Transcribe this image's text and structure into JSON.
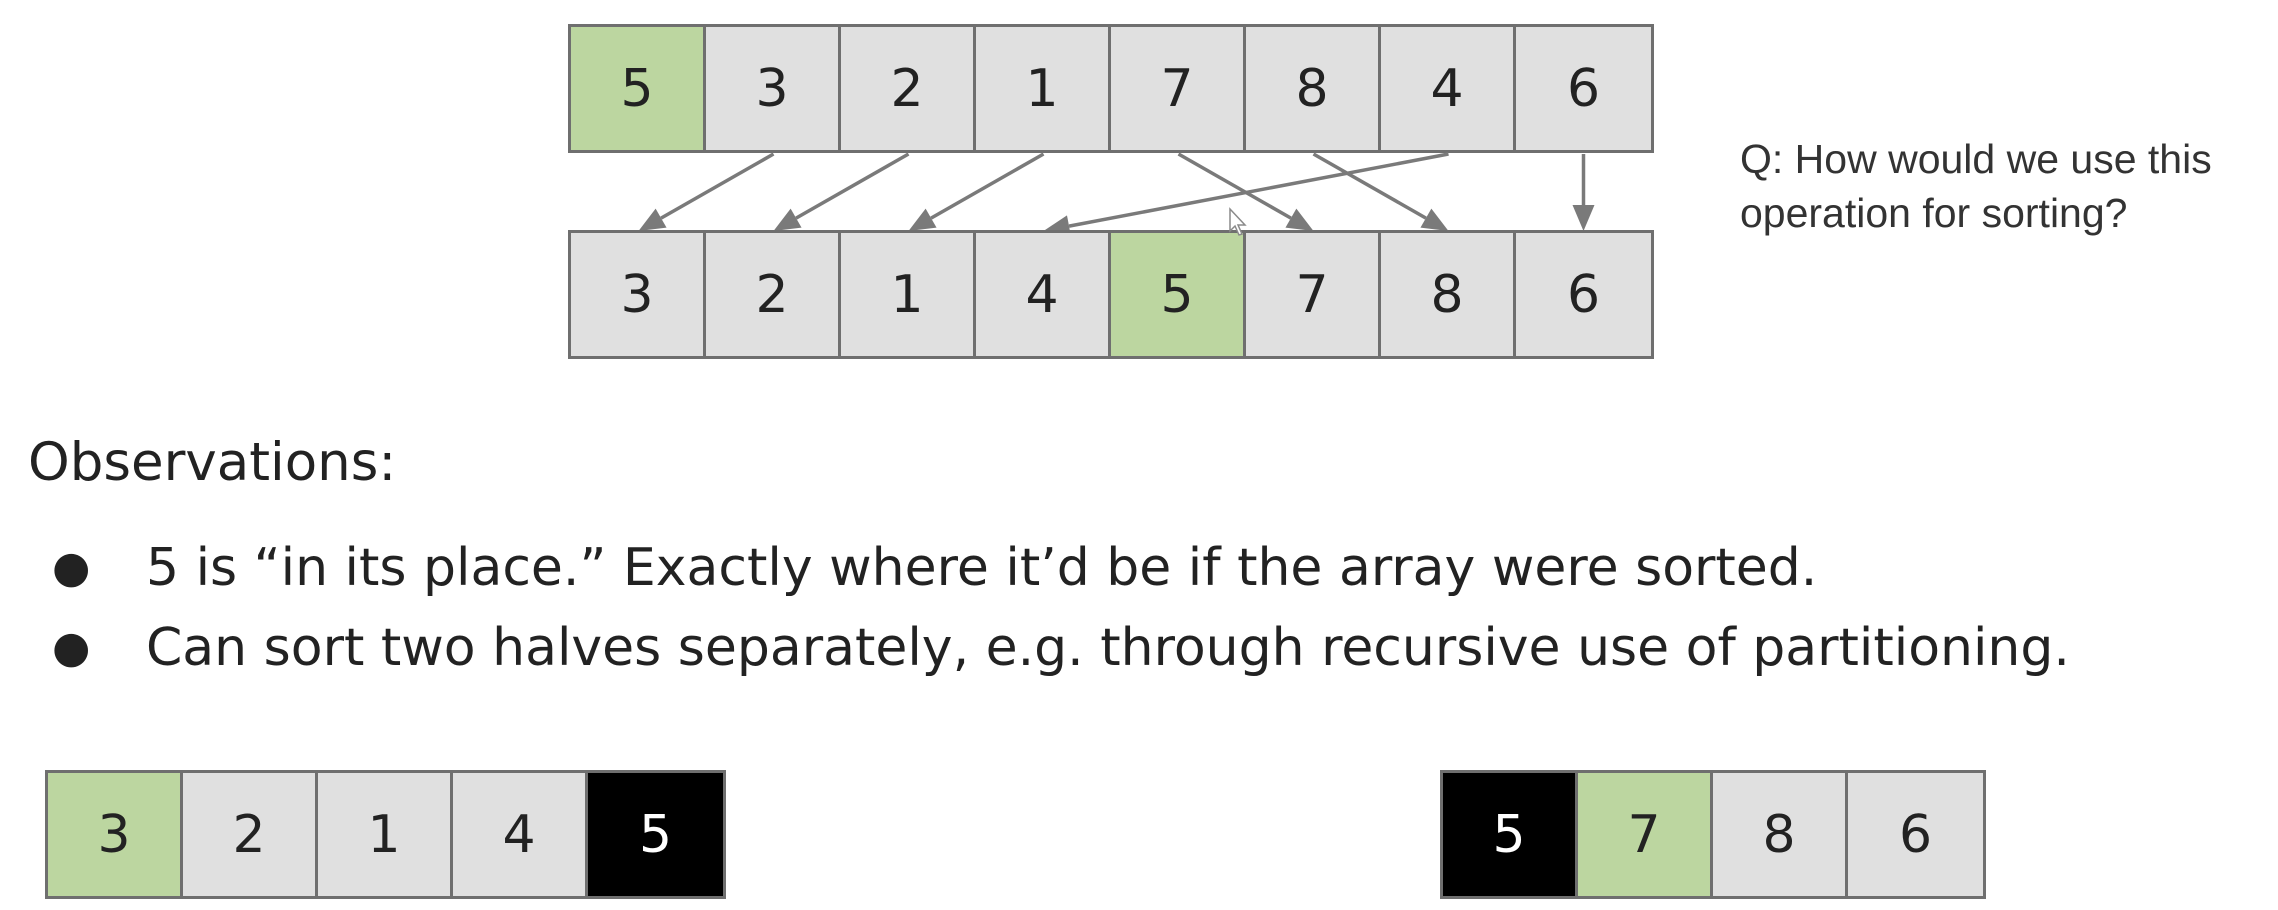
{
  "top_array": [
    {
      "value": "5",
      "style": "pivot"
    },
    {
      "value": "3",
      "style": "normal"
    },
    {
      "value": "2",
      "style": "normal"
    },
    {
      "value": "1",
      "style": "normal"
    },
    {
      "value": "7",
      "style": "normal"
    },
    {
      "value": "8",
      "style": "normal"
    },
    {
      "value": "4",
      "style": "normal"
    },
    {
      "value": "6",
      "style": "normal"
    }
  ],
  "bottom_array": [
    {
      "value": "3",
      "style": "normal"
    },
    {
      "value": "2",
      "style": "normal"
    },
    {
      "value": "1",
      "style": "normal"
    },
    {
      "value": "4",
      "style": "normal"
    },
    {
      "value": "5",
      "style": "pivot"
    },
    {
      "value": "7",
      "style": "normal"
    },
    {
      "value": "8",
      "style": "normal"
    },
    {
      "value": "6",
      "style": "normal"
    }
  ],
  "arrow_mapping": [
    {
      "from": 1,
      "to": 0
    },
    {
      "from": 2,
      "to": 1
    },
    {
      "from": 3,
      "to": 2
    },
    {
      "from": 6,
      "to": 3
    },
    {
      "from": 4,
      "to": 5
    },
    {
      "from": 5,
      "to": 6
    },
    {
      "from": 7,
      "to": 7
    }
  ],
  "question": {
    "line1": "Q: How would we use this",
    "line2": "operation for sorting?"
  },
  "observations": {
    "heading": "Observations:",
    "bullet_glyph": "●",
    "items": [
      "5 is “in its place.” Exactly where it’d be if the array were sorted.",
      "Can sort two halves separately, e.g. through recursive use of partitioning."
    ]
  },
  "left_array": [
    {
      "value": "3",
      "style": "pivot"
    },
    {
      "value": "2",
      "style": "normal"
    },
    {
      "value": "1",
      "style": "normal"
    },
    {
      "value": "4",
      "style": "normal"
    },
    {
      "value": "5",
      "style": "black"
    }
  ],
  "right_array": [
    {
      "value": "5",
      "style": "black"
    },
    {
      "value": "7",
      "style": "pivot"
    },
    {
      "value": "8",
      "style": "normal"
    },
    {
      "value": "6",
      "style": "normal"
    }
  ],
  "colors": {
    "pivot": "#bcd6a0",
    "cell": "#e0e0e0",
    "border": "#6f6f6f",
    "arrow": "#7a7a7a",
    "black": "#000000"
  }
}
